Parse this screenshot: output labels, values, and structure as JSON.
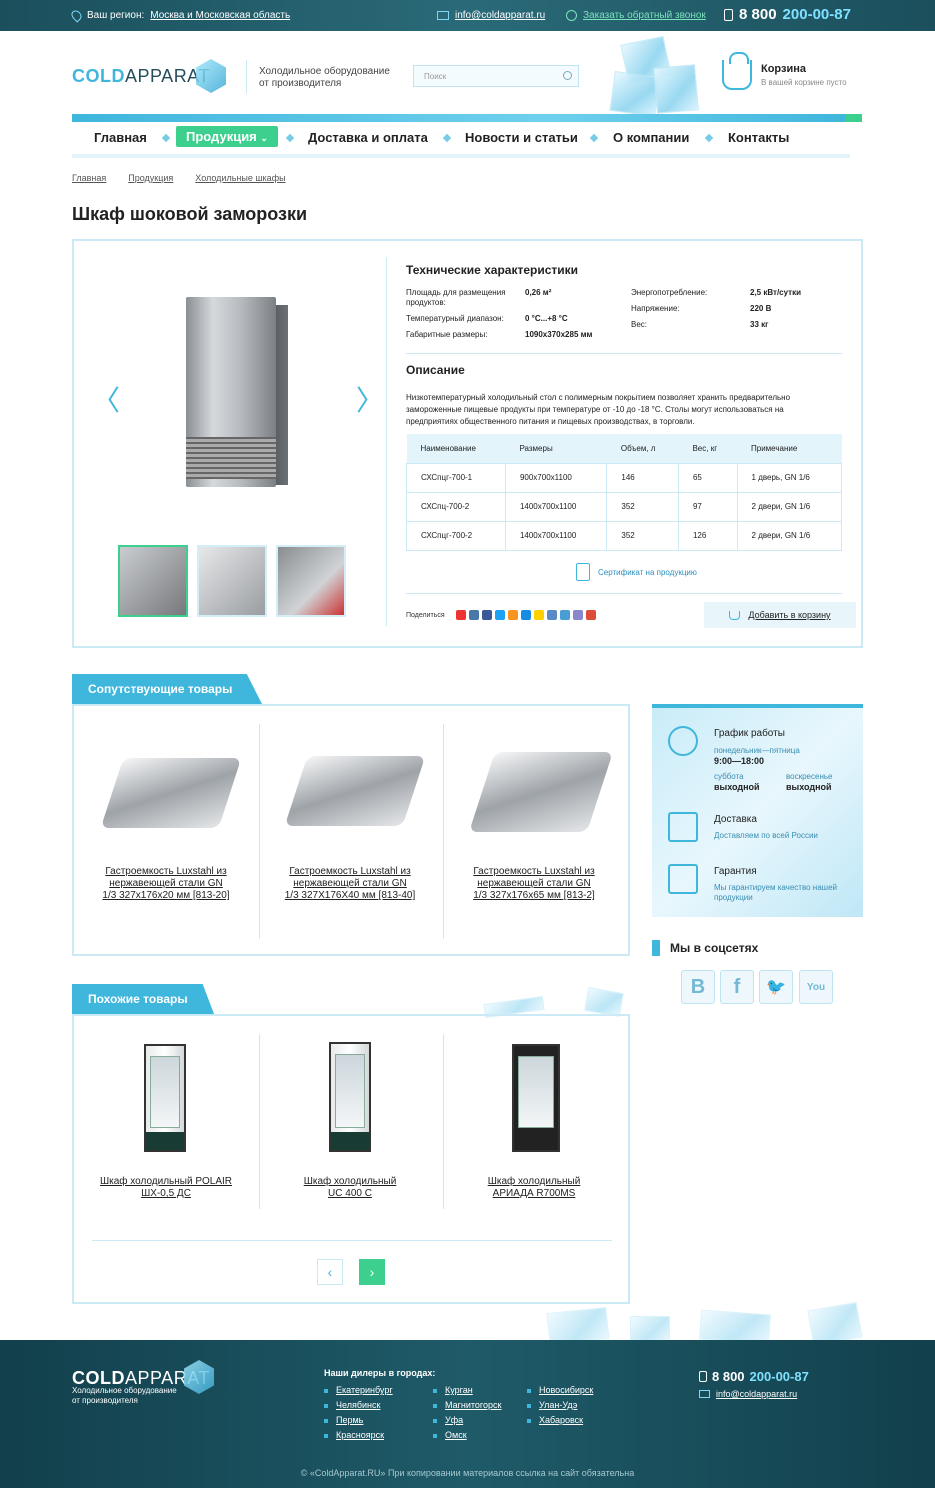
{
  "topbar": {
    "region_label": "Ваш регион:",
    "region_value": "Москва и Московская область",
    "email": "info@coldapparat.ru",
    "callback": "Заказать обратный звонок",
    "phone_prefix": "8 800",
    "phone_main": "200-00-87"
  },
  "header": {
    "logo_cold": "COLD",
    "logo_apparat": "APPARAT",
    "tagline1": "Холодильное оборудование",
    "tagline2": "от производителя",
    "search_placeholder": "Поиск",
    "cart_title": "Корзина",
    "cart_status": "В вашей корзине пусто"
  },
  "nav": {
    "items": [
      "Главная",
      "Продукция",
      "Доставка и оплата",
      "Новости и статьи",
      "О компании",
      "Контакты"
    ]
  },
  "breadcrumb": [
    "Главная",
    "Продукция",
    "Холодильные шкафы"
  ],
  "page_title": "Шкаф шоковой заморозки",
  "product": {
    "specs_title": "Технические характеристики",
    "specs_left": [
      {
        "label": "Площадь для размещения продуктов:",
        "value": "0,26 м²"
      },
      {
        "label": "Температурный диапазон:",
        "value": "0 °С...+8 °С"
      },
      {
        "label": "Габаритные размеры:",
        "value": "1090х370х285 мм"
      }
    ],
    "specs_right": [
      {
        "label": "Энергопотребление:",
        "value": "2,5 кВт/сутки"
      },
      {
        "label": "Напряжение:",
        "value": "220 В"
      },
      {
        "label": "Вес:",
        "value": "33 кг"
      }
    ],
    "desc_title": "Описание",
    "desc": "Низкотемпературный холодильный стол с полимерным покрытием позволяет хранить предварительно замороженные пищевые продукты при температуре от -10 до -18 °С. Столы могут использоваться на предприятиях общественного питания и пищевых производствах, в торговли.",
    "table_headers": [
      "Наименование",
      "Размеры",
      "Объем, л",
      "Вес, кг",
      "Примечание"
    ],
    "table_rows": [
      [
        "СХСпцг-700-1",
        "900х700х1100",
        "146",
        "65",
        "1 дверь, GN 1/6"
      ],
      [
        "СХСпц-700-2",
        "1400х700х1100",
        "352",
        "97",
        "2 двери, GN 1/6"
      ],
      [
        "СХСпцг-700-2",
        "1400х700х1100",
        "352",
        "126",
        "2 двери, GN 1/6"
      ]
    ],
    "certificate": "Сертификат на продукцию",
    "share_label": "Поделиться",
    "add_to_cart": "Добавить в корзину",
    "arrow_left": "〈",
    "arrow_right": "〉"
  },
  "related": {
    "title": "Сопутствующие товары",
    "items": [
      {
        "l1": "Гастроемкость Luxstahl из",
        "l2": "нержавеющей стали GN",
        "l3": "1/3 327x176x20 мм [813-20]"
      },
      {
        "l1": "Гастроемкость Luxstahl из",
        "l2": "нержавеющей стали GN",
        "l3": "1/3 327X176X40 мм [813-40]"
      },
      {
        "l1": "Гастроемкость Luxstahl из",
        "l2": "нержавеющей стали GN",
        "l3": "1/3 327x176x65 мм [813-2]"
      }
    ]
  },
  "similar": {
    "title": "Похожие товары",
    "items": [
      {
        "l1": "Шкаф холодильный POLAIR",
        "l2": "ШХ-0,5 ДС"
      },
      {
        "l1": "Шкаф холодильный",
        "l2": "UC 400 C"
      },
      {
        "l1": "Шкаф холодильный",
        "l2": "АРИАДА R700MS"
      }
    ],
    "prev": "‹",
    "next": "›"
  },
  "info": {
    "schedule_title": "График работы",
    "weekdays": "понедельник—пятница",
    "weekdays_time": "9:00—18:00",
    "sat": "суббота",
    "sat_val": "выходной",
    "sun": "воскресенье",
    "sun_val": "выходной",
    "delivery_title": "Доставка",
    "delivery_text": "Доставляем по всей России",
    "warranty_title": "Гарантия",
    "warranty_l1": "Мы гарантируем качество нашей",
    "warranty_l2": "продукции"
  },
  "social": {
    "title": "Мы в соцсетях",
    "icons": [
      "В",
      "f",
      "🐦",
      "You"
    ]
  },
  "footer": {
    "tagline1": "Холодильное оборудование",
    "tagline2": "от производителя",
    "dealers_title": "Наши дилеры в городах:",
    "col1": [
      "Екатеринбург",
      "Челябинск",
      "Пермь",
      "Красноярск"
    ],
    "col2": [
      "Курган",
      "Магнитогорск",
      "Уфа",
      "Омск"
    ],
    "col3": [
      "Новосибирск",
      "Улан-Удэ",
      "Хабаровск"
    ],
    "phone_prefix": "8 800",
    "phone_main": "200-00-87",
    "email": "info@coldapparat.ru",
    "copyright": "© «ColdApparat.RU» При копировании материалов ссылка на сайт обязательна"
  },
  "colors": {
    "accent": "#3fb6dc",
    "green": "#3dcf8e",
    "dark": "#1b4f5c"
  }
}
